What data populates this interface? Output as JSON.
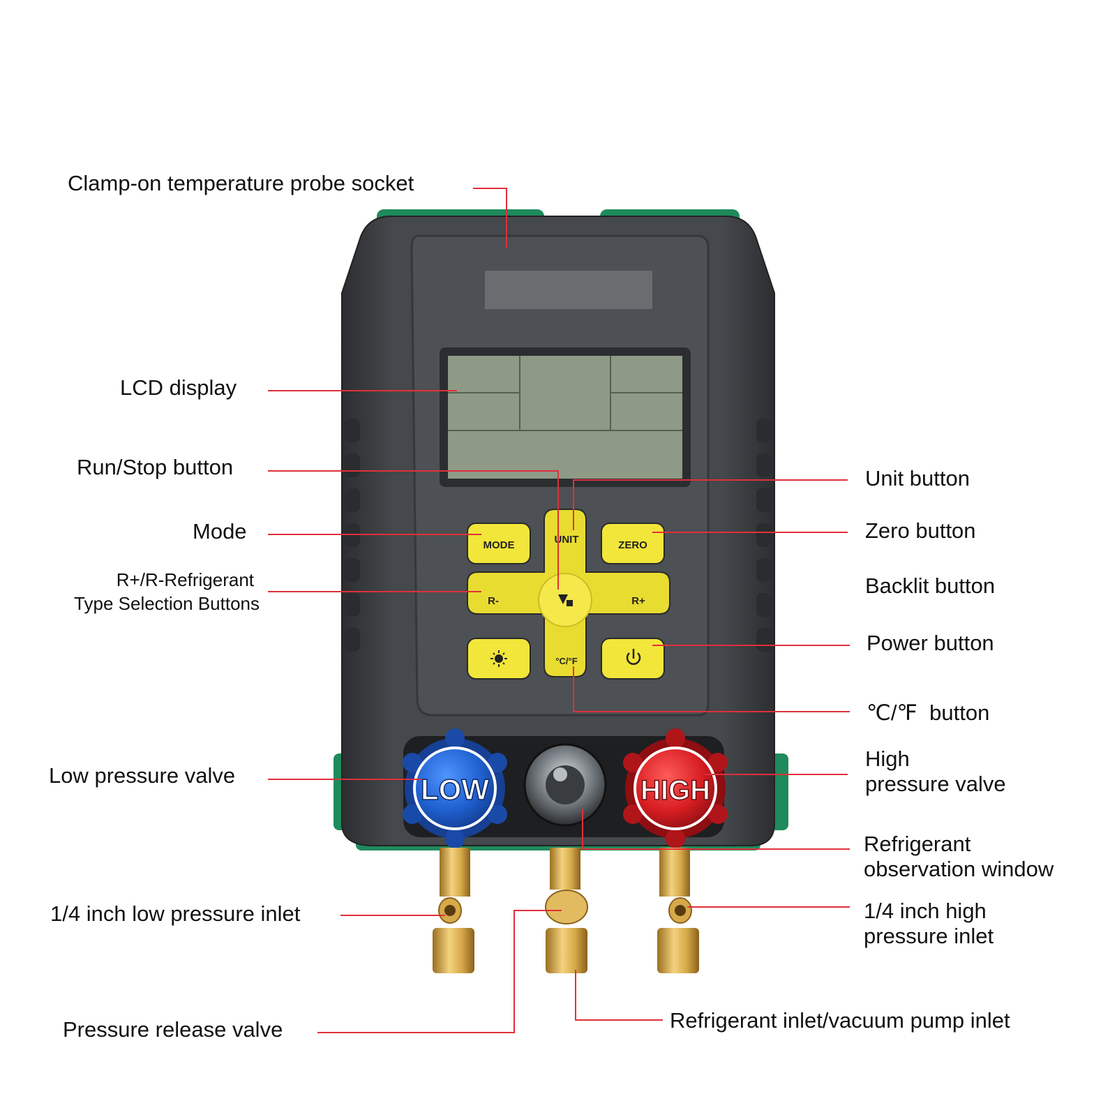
{
  "colors": {
    "leader_line": "#e0303a",
    "body": "#3b3d41",
    "face": "#4b4e52",
    "trim_green": "#1f8a5c",
    "lcd": "#8e9a86",
    "key_yellow": "#f2e63a",
    "low_knob": "#1f5fcf",
    "high_knob": "#d81e22",
    "brass": "#d6a94a"
  },
  "keypad": {
    "mode": "MODE",
    "unit": "UNIT",
    "zero": "ZERO",
    "r_minus": "R-",
    "r_plus": "R+",
    "temp_unit": "°C/°F",
    "backlight_icon": "sun-icon",
    "power_icon": "power-icon",
    "run_stop_icon": "run-stop-icon"
  },
  "knobs": {
    "low": "LOW",
    "high": "HIGH"
  },
  "callouts": {
    "probe_socket": "Clamp-on temperature probe socket",
    "lcd_display": "LCD display",
    "run_stop": "Run/Stop button",
    "mode": "Mode",
    "refrigerant_type_1": "R+/R-Refrigerant",
    "refrigerant_type_2": "Type Selection Buttons",
    "low_valve": "Low pressure valve",
    "low_inlet": "1/4 inch low pressure inlet",
    "release_valve": "Pressure release valve",
    "unit_button": "Unit button",
    "zero_button": "Zero button",
    "backlit_button": "Backlit button",
    "power_button": "Power button",
    "temp_button": "℃/℉  button",
    "high_valve_1": "High",
    "high_valve_2": "pressure valve",
    "observation_1": "Refrigerant",
    "observation_2": "observation window",
    "high_inlet_1": "1/4 inch high",
    "high_inlet_2": "pressure inlet",
    "vacuum_inlet": "Refrigerant inlet/vacuum pump inlet"
  }
}
